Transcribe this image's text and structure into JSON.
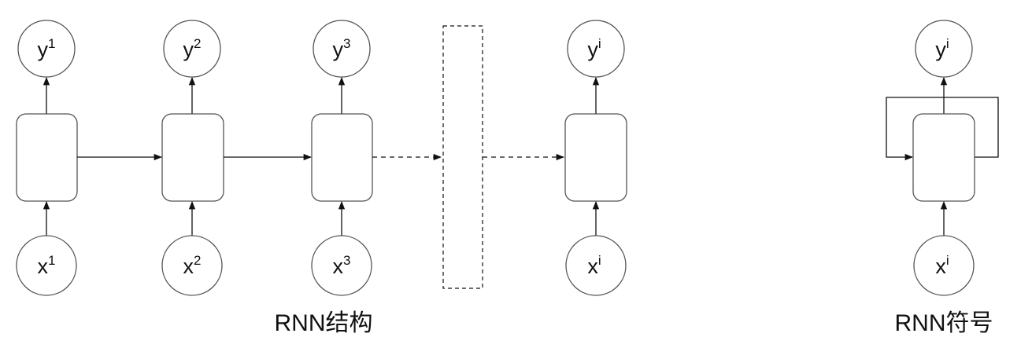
{
  "unrolled": {
    "steps": [
      {
        "output": {
          "base": "y",
          "sup": "1"
        },
        "input": {
          "base": "x",
          "sup": "1"
        }
      },
      {
        "output": {
          "base": "y",
          "sup": "2"
        },
        "input": {
          "base": "x",
          "sup": "2"
        }
      },
      {
        "output": {
          "base": "y",
          "sup": "3"
        },
        "input": {
          "base": "x",
          "sup": "3"
        }
      },
      {
        "output": {
          "base": "y",
          "sup": "i"
        },
        "input": {
          "base": "x",
          "sup": "i"
        }
      }
    ],
    "caption": "RNN结构"
  },
  "folded": {
    "output": {
      "base": "y",
      "sup": "i"
    },
    "input": {
      "base": "x",
      "sup": "i"
    },
    "caption": "RNN符号"
  }
}
